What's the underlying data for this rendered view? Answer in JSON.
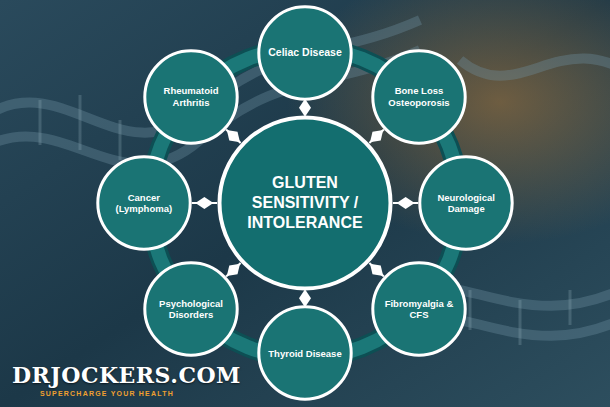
{
  "diagram": {
    "nodes": [
      {
        "text": [
          "GLUTEN SENSITIVITY / INTOLERANCE"
        ]
      },
      {
        "text": [
          "Celiac Disease"
        ]
      },
      {
        "text": [
          "Bone Loss Osteoporosis"
        ]
      },
      {
        "text": [
          "Neurological Damage"
        ]
      },
      {
        "text": [
          "Fibromyalgia & CFS"
        ]
      },
      {
        "text": [
          "Thyroid Disease"
        ]
      },
      {
        "text": [
          "Psychological Disorders"
        ]
      },
      {
        "text": [
          "Cancer (Lymphoma)"
        ]
      },
      {
        "text": [
          "Rheumatoid Arthritis"
        ]
      }
    ],
    "edges": [
      {
        "from": 0,
        "to": 1,
        "arrow": "none"
      },
      {
        "from": 0,
        "to": 2,
        "arrow": "none"
      },
      {
        "from": 0,
        "to": 3,
        "arrow": "none"
      },
      {
        "from": 0,
        "to": 4,
        "arrow": "none"
      },
      {
        "from": 0,
        "to": 5,
        "arrow": "none"
      },
      {
        "from": 0,
        "to": 6,
        "arrow": "none"
      },
      {
        "from": 0,
        "to": 7,
        "arrow": "none"
      },
      {
        "from": 0,
        "to": 8,
        "arrow": "none"
      }
    ],
    "labels": [
      "DRJOCKERS.COM",
      "SUPERCHARGE YOUR HEALTH"
    ]
  }
}
